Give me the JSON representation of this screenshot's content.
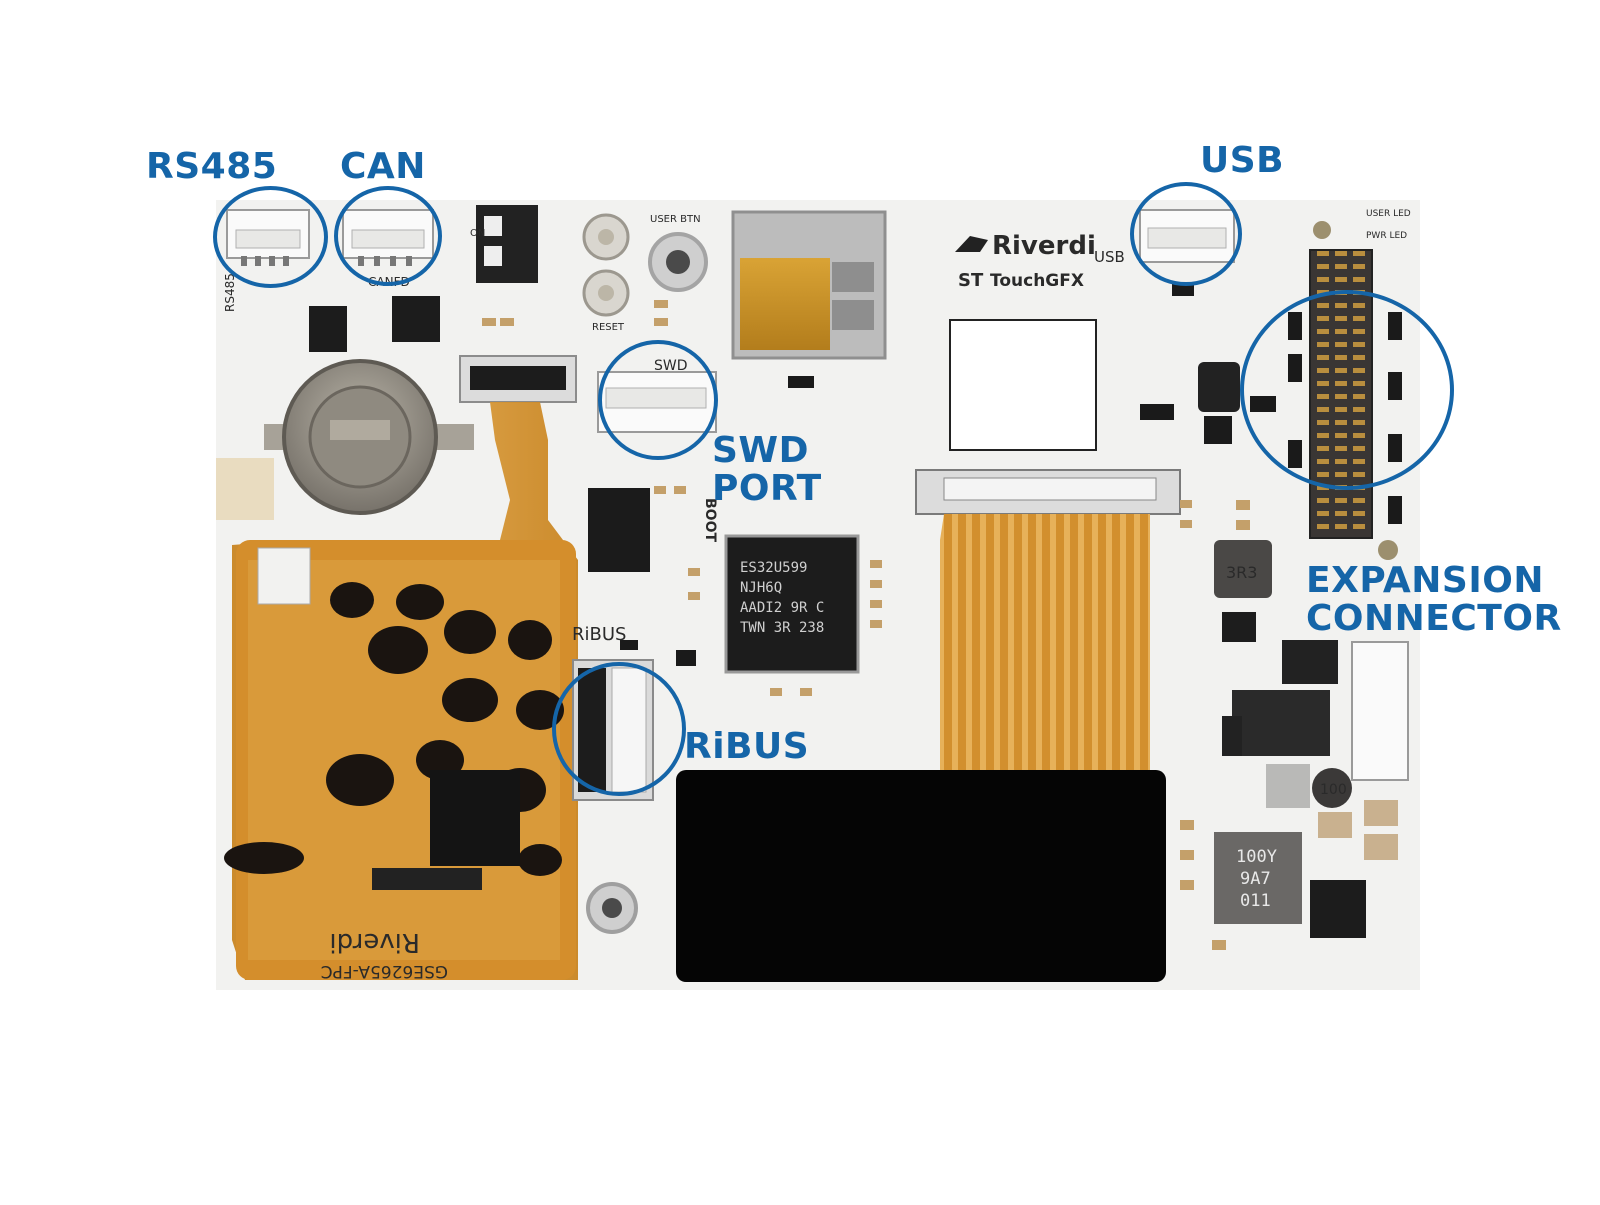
{
  "callouts": {
    "rs485": "RS485",
    "can": "CAN",
    "usb": "USB",
    "swd_line1": "SWD",
    "swd_line2": "PORT",
    "ribus": "RiBUS",
    "expansion_line1": "EXPANSION",
    "expansion_line2": "CONNECTOR"
  },
  "board_text": {
    "riverdi": "Riverdi",
    "touchgfx": "TouchGFX",
    "usb_silk": "USB",
    "swd_silk": "SWD",
    "boot": "BOOT",
    "ribus_silk": "RiBUS",
    "user_btn": "USER BTN",
    "reset": "RESET",
    "user_led": "USER LED",
    "pwr_led": "PWR LED",
    "mcu_line1": "ES32U599",
    "mcu_line2": "NJH6Q",
    "mcu_line3": "AADI2 9R C",
    "mcu_line4": "TWN 3R 238",
    "inductor_3r3": "3R3",
    "inductor_100": "100",
    "inductor_big_1": "100Y",
    "inductor_big_2": "9A7",
    "inductor_big_3": "011",
    "fpc_label": "GSE6265A-FPC",
    "fpc_riverdi": "Riverdi",
    "canfd": "CANFD",
    "rs485_silk": "RS485",
    "on": "ON"
  },
  "colors": {
    "callout": "#1565a8",
    "board": "#f2f2f0",
    "flex": "#d9972e",
    "display": "#050505"
  }
}
